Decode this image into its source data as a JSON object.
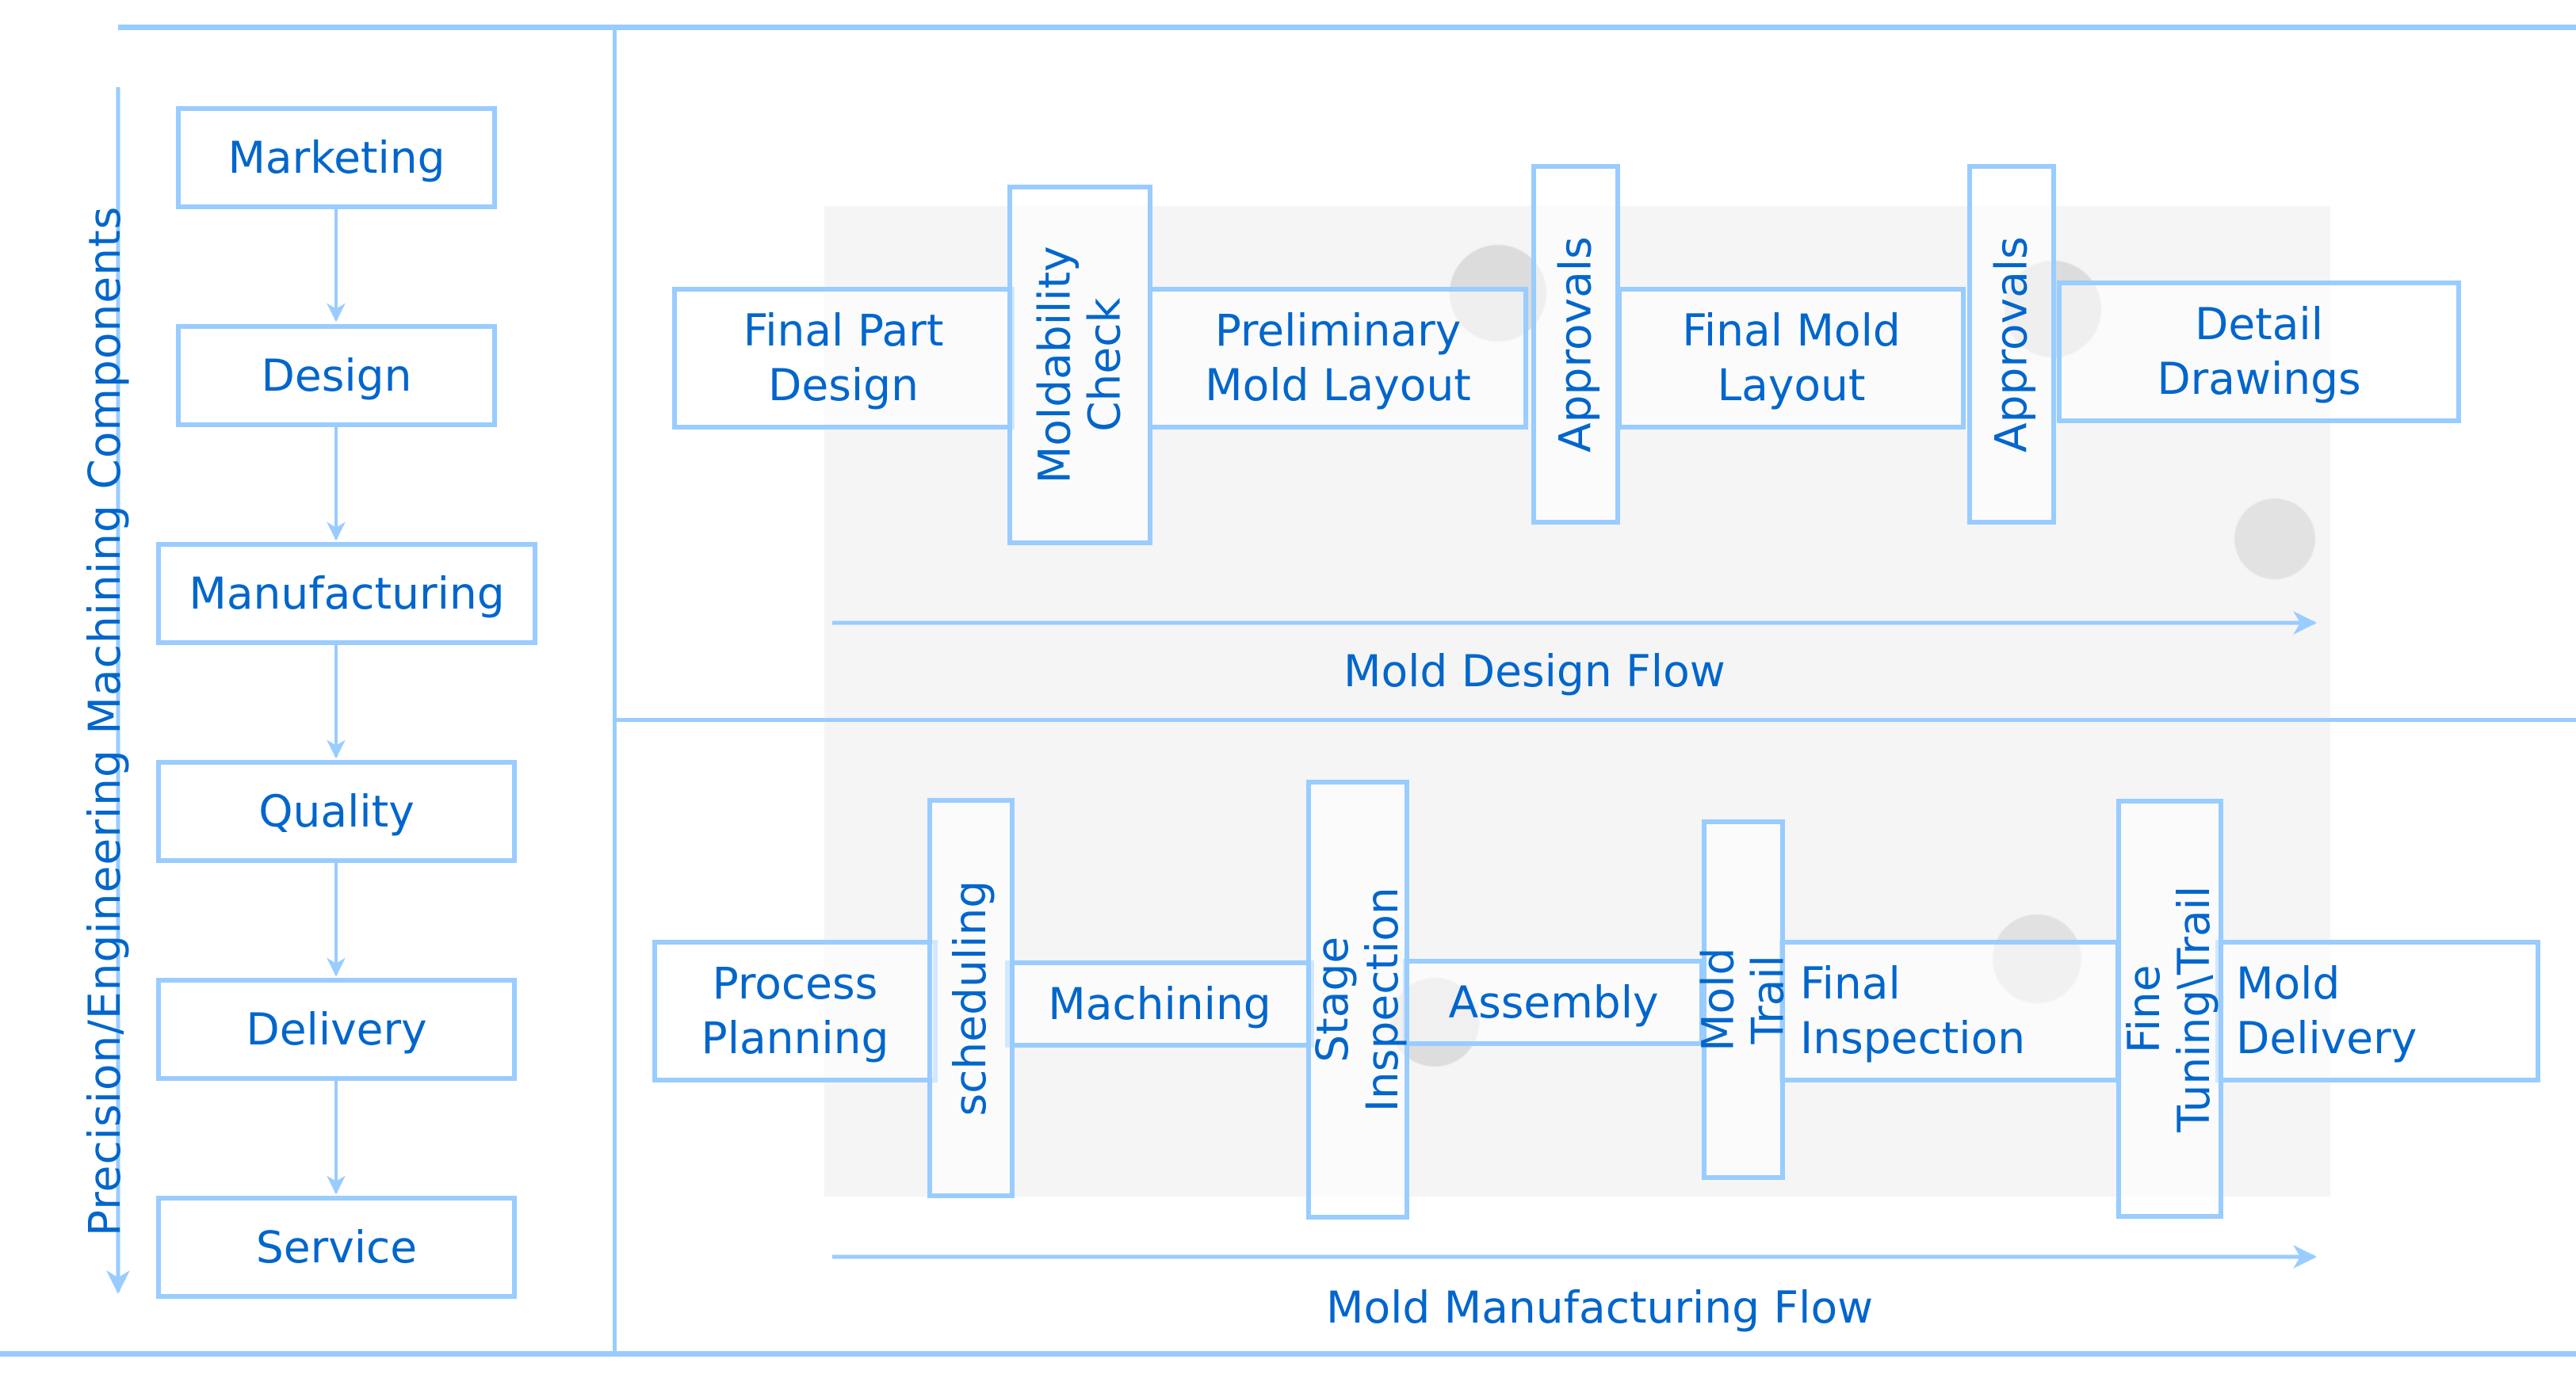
{
  "side_title": "Precision/Engineering Machining Components",
  "left_flow": {
    "items": [
      "Marketing",
      "Design",
      "Manufacturing",
      "Quality",
      "Delivery",
      "Service"
    ]
  },
  "design_flow": {
    "title": "Mold Design Flow",
    "steps": [
      {
        "label": "Final Part\nDesign",
        "orientation": "horizontal"
      },
      {
        "label": "Moldability\nCheck",
        "orientation": "vertical"
      },
      {
        "label": "Preliminary\nMold Layout",
        "orientation": "horizontal"
      },
      {
        "label": "Approvals",
        "orientation": "vertical"
      },
      {
        "label": "Final Mold\nLayout",
        "orientation": "horizontal"
      },
      {
        "label": "Approvals",
        "orientation": "vertical"
      },
      {
        "label": "Detail\nDrawings",
        "orientation": "horizontal"
      }
    ]
  },
  "manufacturing_flow": {
    "title": "Mold Manufacturing Flow",
    "steps": [
      {
        "label": "Process\nPlanning",
        "orientation": "horizontal"
      },
      {
        "label": "scheduling",
        "orientation": "vertical"
      },
      {
        "label": "Machining",
        "orientation": "horizontal"
      },
      {
        "label": "Stage Inspection",
        "orientation": "vertical"
      },
      {
        "label": "Assembly",
        "orientation": "horizontal"
      },
      {
        "label": "Mold Trail",
        "orientation": "vertical"
      },
      {
        "label": "Final\nInspection",
        "orientation": "horizontal"
      },
      {
        "label": "Fine Tuning\\Trail",
        "orientation": "vertical"
      },
      {
        "label": "Mold\nDelivery",
        "orientation": "horizontal"
      }
    ]
  },
  "colors": {
    "text": "#0066cc",
    "line": "#99ccff"
  }
}
